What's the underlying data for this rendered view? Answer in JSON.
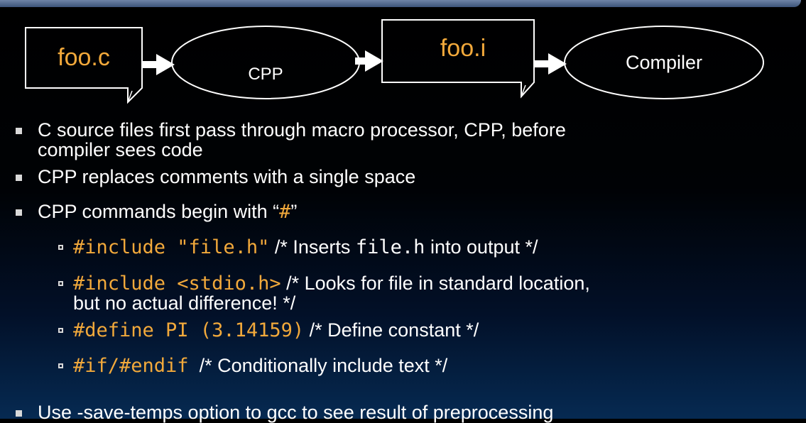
{
  "diagram": {
    "box1": "foo.c",
    "ellipse1": "CPP",
    "box2": "foo.i",
    "ellipse2": "Compiler"
  },
  "bullets": {
    "b1_line1": "C source files first pass through macro processor, CPP, before",
    "b1_line2": "compiler sees code",
    "b2": "CPP replaces comments with a single space",
    "b3_pre": "CPP commands begin with “",
    "b3_hash": "#",
    "b3_post": "”",
    "s1_code": "#include \"file.h\"",
    "s1_text_a": " /* Inserts ",
    "s1_file": "file.h",
    "s1_text_b": " into output */",
    "s2_code": "#include <stdio.h>",
    "s2_text": " /* Looks for file in standard location,",
    "s2_line2": "but no actual difference! */",
    "s3_code": "#define PI (3.14159)",
    "s3_text": " /* Define constant */",
    "s4_code": "#if/#endif",
    "s4_text": "  /* Conditionally include text */",
    "b4_partial": "Use -save-temps option to gcc to see result of preprocessing"
  },
  "colors": {
    "diagram_text": "#f2a93b",
    "code": "#f2a93b",
    "text": "#ffffff",
    "bullet": "#d9d9d9"
  }
}
